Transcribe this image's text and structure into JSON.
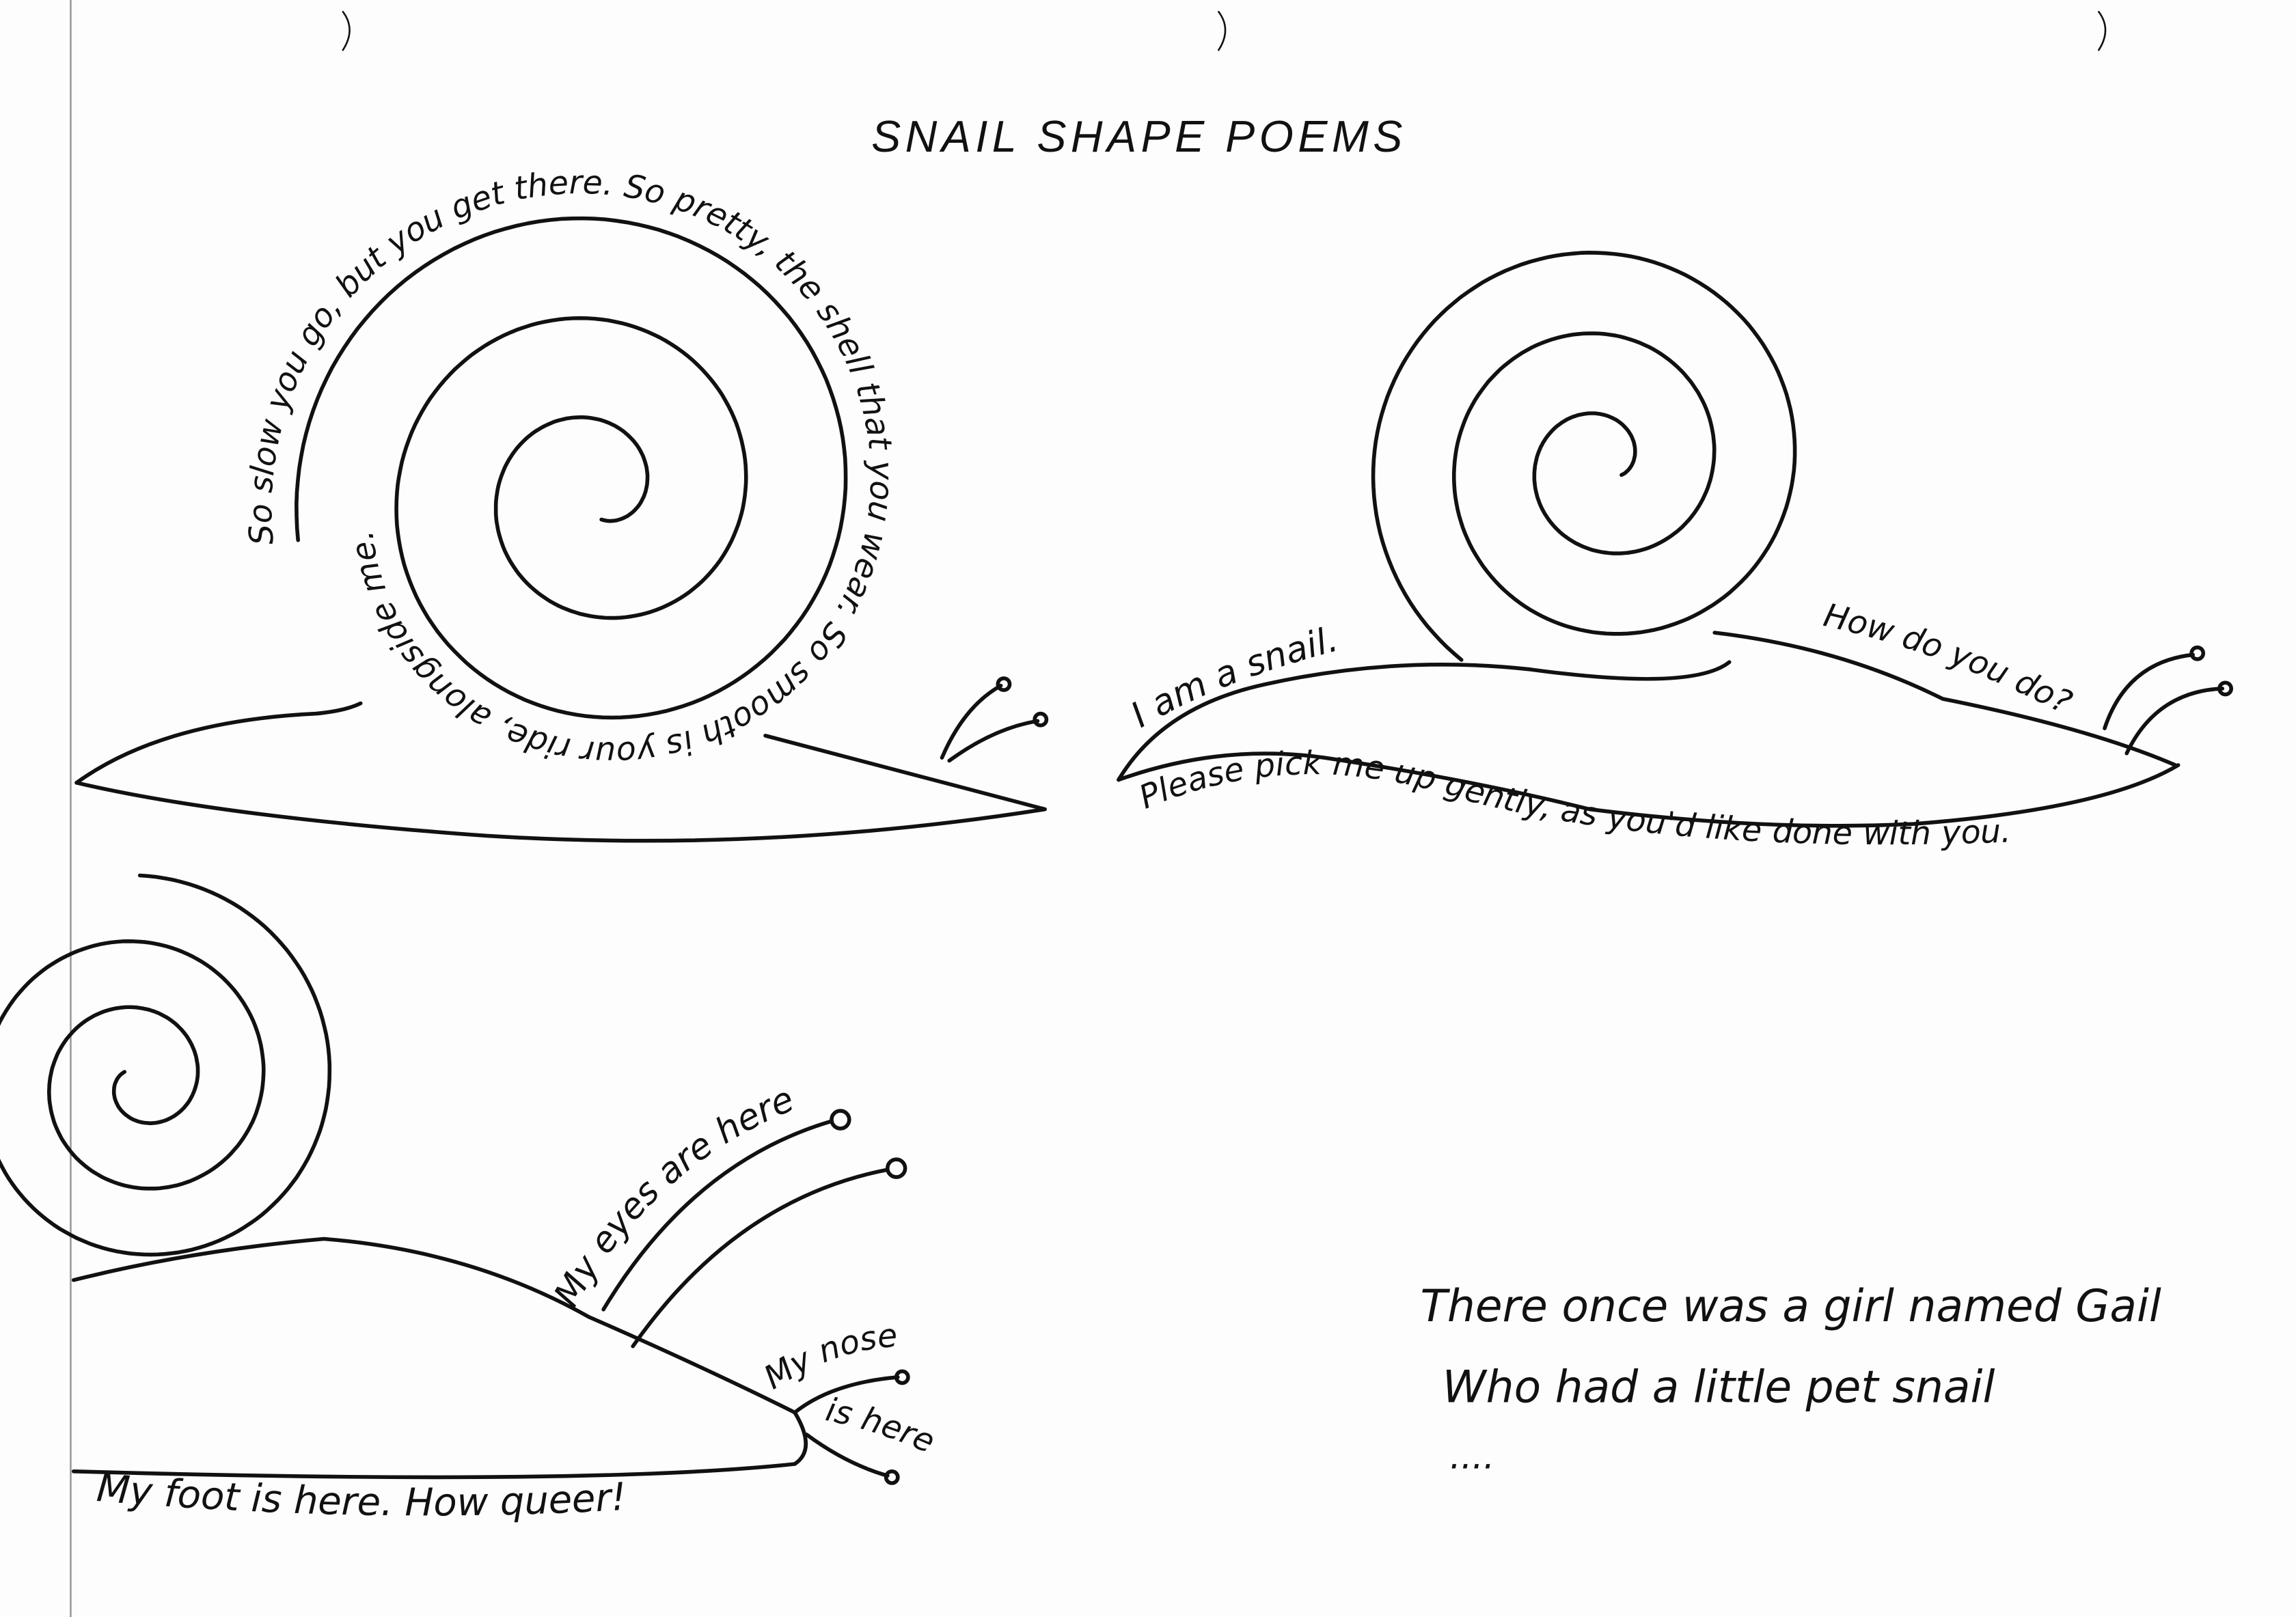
{
  "document": {
    "title": "SNAIL SHAPE POEMS",
    "snail_spiral": {
      "poem": "So slow you go, but you get there. So pretty, the shell that you wear. So smooth is your ride, alongside me."
    },
    "snail_body": {
      "shell_line": "I am a snail.",
      "head_line": "How do you do?",
      "foot_line": "Please pick me up gently, as you'd like done with you."
    },
    "snail_parts": {
      "eyes": "My eyes are here",
      "nose_1": "My nose",
      "nose_2": "is here",
      "foot": "My foot is here. How queer!"
    },
    "limerick": {
      "line_1": "There once was a girl named Gail",
      "line_2": "Who had a little pet snail",
      "ellipsis": "...."
    },
    "ink_color": "#111111"
  }
}
